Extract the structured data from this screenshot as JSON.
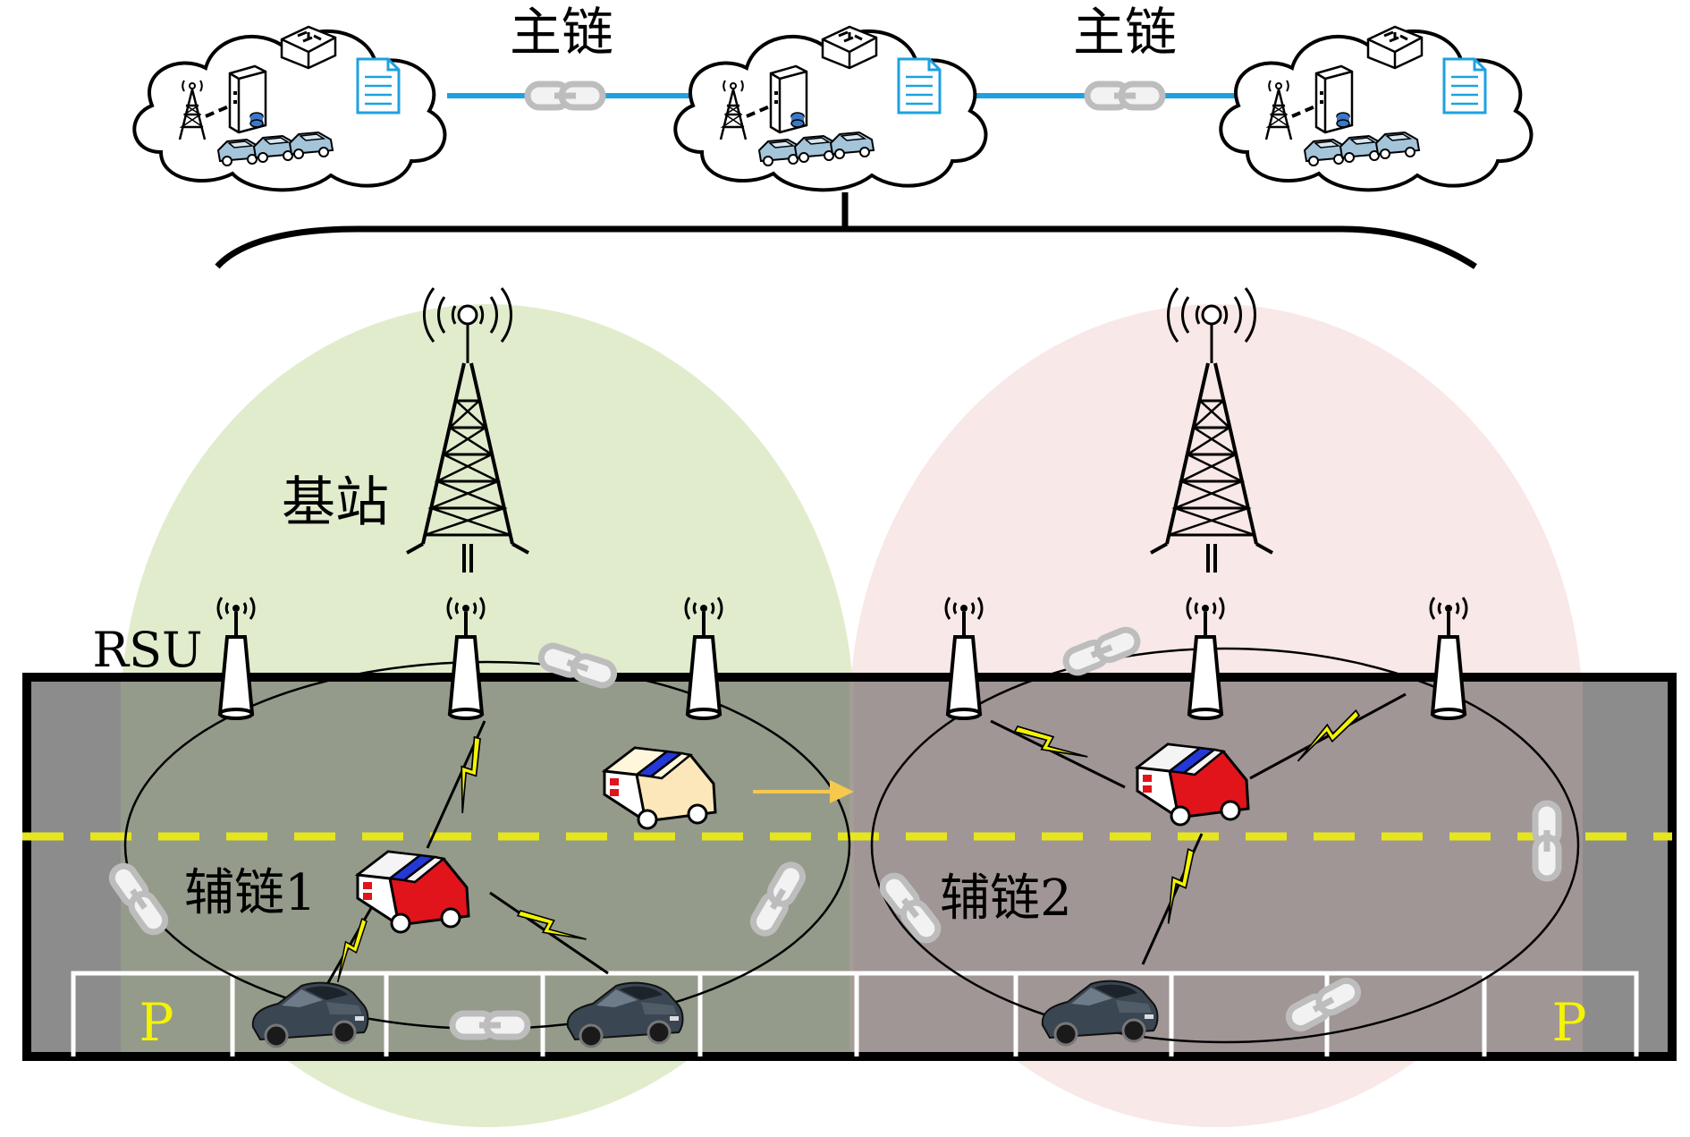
{
  "labels": {
    "main_chain_left": "主链",
    "main_chain_right": "主链",
    "base_station": "基站",
    "rsu": "RSU",
    "aux_chain_1": "辅链1",
    "aux_chain_2": "辅链2",
    "parking_left": "P",
    "parking_right": "P"
  },
  "colors": {
    "main_link_line": "#1ea1e0",
    "green_zone": "#c8dca4",
    "pink_zone": "#f3d6d4",
    "road": "#8c8c8c",
    "lane_divider": "#e6e61e",
    "lightning": "#f4f400",
    "parking_letter": "#f4f400",
    "arrow": "#f6c84e"
  },
  "icons": {
    "cloud": "cloud-node-icon",
    "base_station": "lattice-tower-icon",
    "rsu": "rsu-antenna-icon",
    "chain_link": "chain-link-icon",
    "vehicle_box": "box-vehicle-icon",
    "sedan": "sedan-icon",
    "lightning": "lightning-bolt-icon",
    "server": "server-icon",
    "document": "document-icon",
    "router": "router-icon"
  }
}
